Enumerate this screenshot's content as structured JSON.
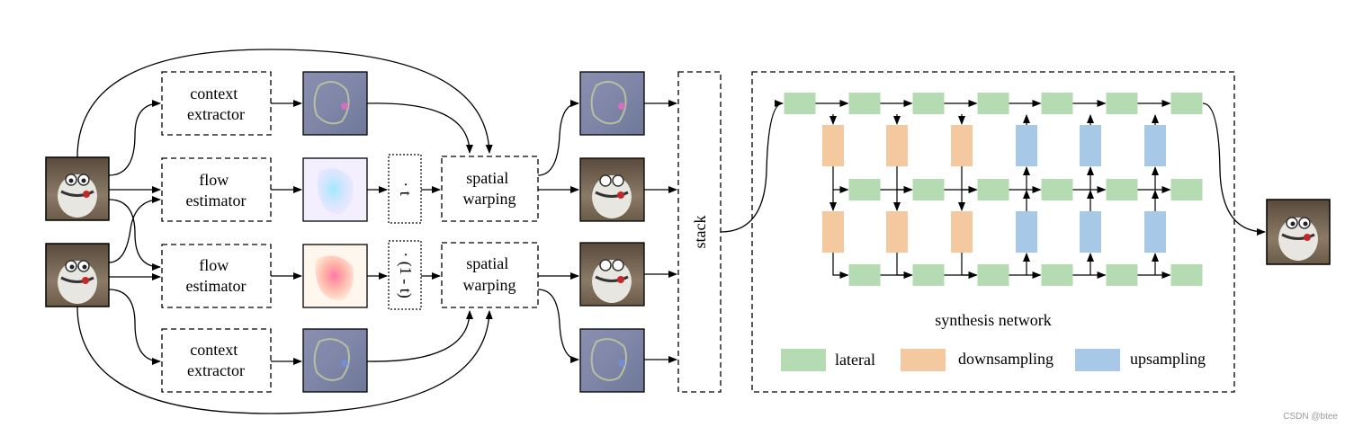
{
  "modules": {
    "context_top": "context\nextractor",
    "flow_top": "flow\nestimator",
    "flow_bottom": "flow\nestimator",
    "context_bottom": "context\nextractor",
    "warp_top": "spatial\nwarping",
    "warp_bottom": "spatial\nwarping",
    "scale_top": "· t",
    "scale_bottom": "· (1 - t)",
    "stack": "stack"
  },
  "synthesis": {
    "title": "synthesis network",
    "legend": [
      {
        "label": "lateral",
        "color": "#b5dbb2"
      },
      {
        "label": "downsampling",
        "color": "#f5c9a0"
      },
      {
        "label": "upsampling",
        "color": "#a8c8e8"
      }
    ]
  },
  "watermark": "CSDN @btee"
}
